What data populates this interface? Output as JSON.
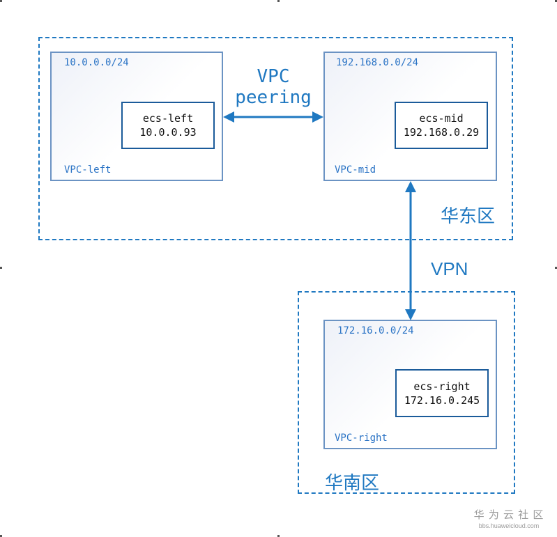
{
  "regions": {
    "east": {
      "label": "华东区"
    },
    "south": {
      "label": "华南区"
    }
  },
  "vpcs": {
    "left": {
      "name": "VPC-left",
      "cidr": "10.0.0.0/24",
      "ecs": {
        "name": "ecs-left",
        "ip": "10.0.0.93"
      }
    },
    "mid": {
      "name": "VPC-mid",
      "cidr": "192.168.0.0/24",
      "ecs": {
        "name": "ecs-mid",
        "ip": "192.168.0.29"
      }
    },
    "right": {
      "name": "VPC-right",
      "cidr": "172.16.0.0/24",
      "ecs": {
        "name": "ecs-right",
        "ip": "172.16.0.245"
      }
    }
  },
  "connections": {
    "peering": {
      "line1": "VPC",
      "line2": "peering"
    },
    "vpn": {
      "label": "VPN"
    }
  },
  "watermark": {
    "title": "华 为 云 社 区",
    "url": "bbs.huaweicloud.com"
  },
  "colors": {
    "accent": "#1f78c1",
    "vpc_border": "#6b93c3",
    "ecs_border": "#1b5b9a"
  }
}
